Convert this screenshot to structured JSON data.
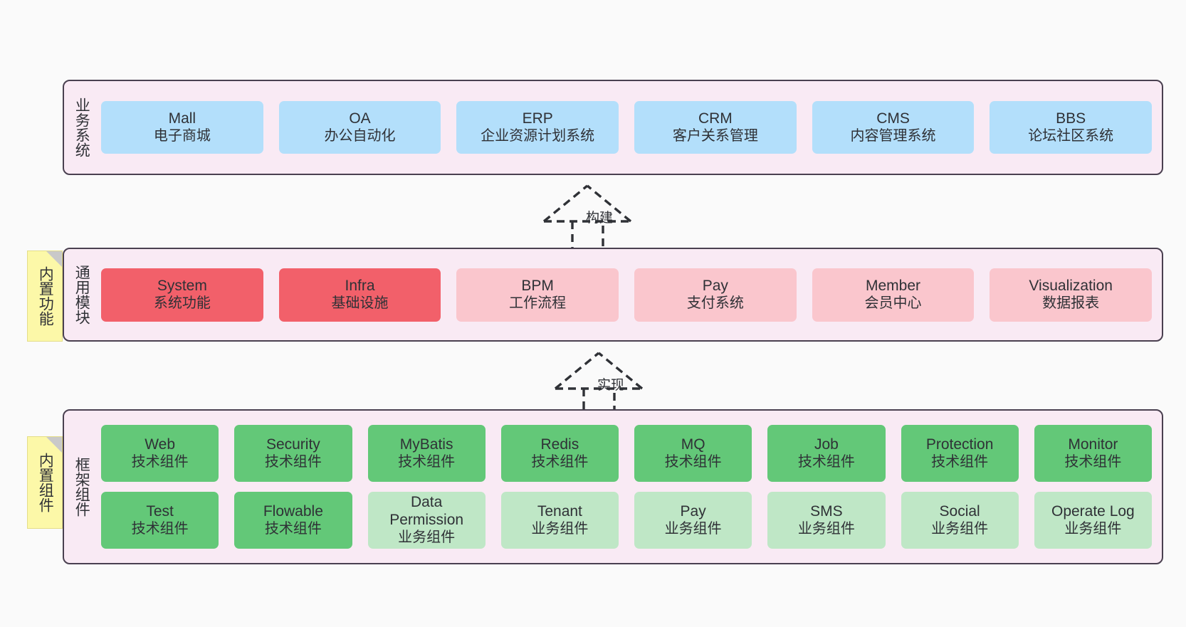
{
  "diagram": {
    "background_color": "#fafafa",
    "band_fill": "#f9eaf4",
    "band_border": "#4a4050"
  },
  "bands": [
    {
      "id": "business",
      "label": "业务系统",
      "card_color": "#b3dffb",
      "rows": [
        [
          {
            "name": "Mall",
            "desc": "电子商城"
          },
          {
            "name": "OA",
            "desc": "办公自动化"
          },
          {
            "name": "ERP",
            "desc": "企业资源计划系统"
          },
          {
            "name": "CRM",
            "desc": "客户关系管理"
          },
          {
            "name": "CMS",
            "desc": "内容管理系统"
          },
          {
            "name": "BBS",
            "desc": "论坛社区系统"
          }
        ]
      ]
    },
    {
      "id": "modules",
      "label": "通用模块",
      "sticky": "内置功能",
      "rows": [
        [
          {
            "name": "System",
            "desc": "系统功能",
            "color": "#f2606a"
          },
          {
            "name": "Infra",
            "desc": "基础设施",
            "color": "#f2606a"
          },
          {
            "name": "BPM",
            "desc": "工作流程",
            "color": "#fac6cd"
          },
          {
            "name": "Pay",
            "desc": "支付系统",
            "color": "#fac6cd"
          },
          {
            "name": "Member",
            "desc": "会员中心",
            "color": "#fac6cd"
          },
          {
            "name": "Visualization",
            "desc": "数据报表",
            "color": "#fac6cd"
          }
        ]
      ]
    },
    {
      "id": "framework",
      "label": "框架组件",
      "sticky": "内置组件",
      "rows": [
        [
          {
            "name": "Web",
            "desc": "技术组件",
            "color": "#63c878"
          },
          {
            "name": "Security",
            "desc": "技术组件",
            "color": "#63c878"
          },
          {
            "name": "MyBatis",
            "desc": "技术组件",
            "color": "#63c878"
          },
          {
            "name": "Redis",
            "desc": "技术组件",
            "color": "#63c878"
          },
          {
            "name": "MQ",
            "desc": "技术组件",
            "color": "#63c878"
          },
          {
            "name": "Job",
            "desc": "技术组件",
            "color": "#63c878"
          },
          {
            "name": "Protection",
            "desc": "技术组件",
            "color": "#63c878"
          },
          {
            "name": "Monitor",
            "desc": "技术组件",
            "color": "#63c878"
          }
        ],
        [
          {
            "name": "Test",
            "desc": "技术组件",
            "color": "#63c878"
          },
          {
            "name": "Flowable",
            "desc": "技术组件",
            "color": "#63c878"
          },
          {
            "name": "Data Permission",
            "desc": "业务组件",
            "color": "#bfe7c6"
          },
          {
            "name": "Tenant",
            "desc": "业务组件",
            "color": "#bfe7c6"
          },
          {
            "name": "Pay",
            "desc": "业务组件",
            "color": "#bfe7c6"
          },
          {
            "name": "SMS",
            "desc": "业务组件",
            "color": "#bfe7c6"
          },
          {
            "name": "Social",
            "desc": "业务组件",
            "color": "#bfe7c6"
          },
          {
            "name": "Operate Log",
            "desc": "业务组件",
            "color": "#bfe7c6"
          }
        ]
      ]
    }
  ],
  "arrows": [
    {
      "id": "build",
      "label": "构建",
      "style": "dashed-generalization",
      "direction": "up"
    },
    {
      "id": "realize",
      "label": "实现",
      "style": "dashed-generalization",
      "direction": "up"
    }
  ]
}
